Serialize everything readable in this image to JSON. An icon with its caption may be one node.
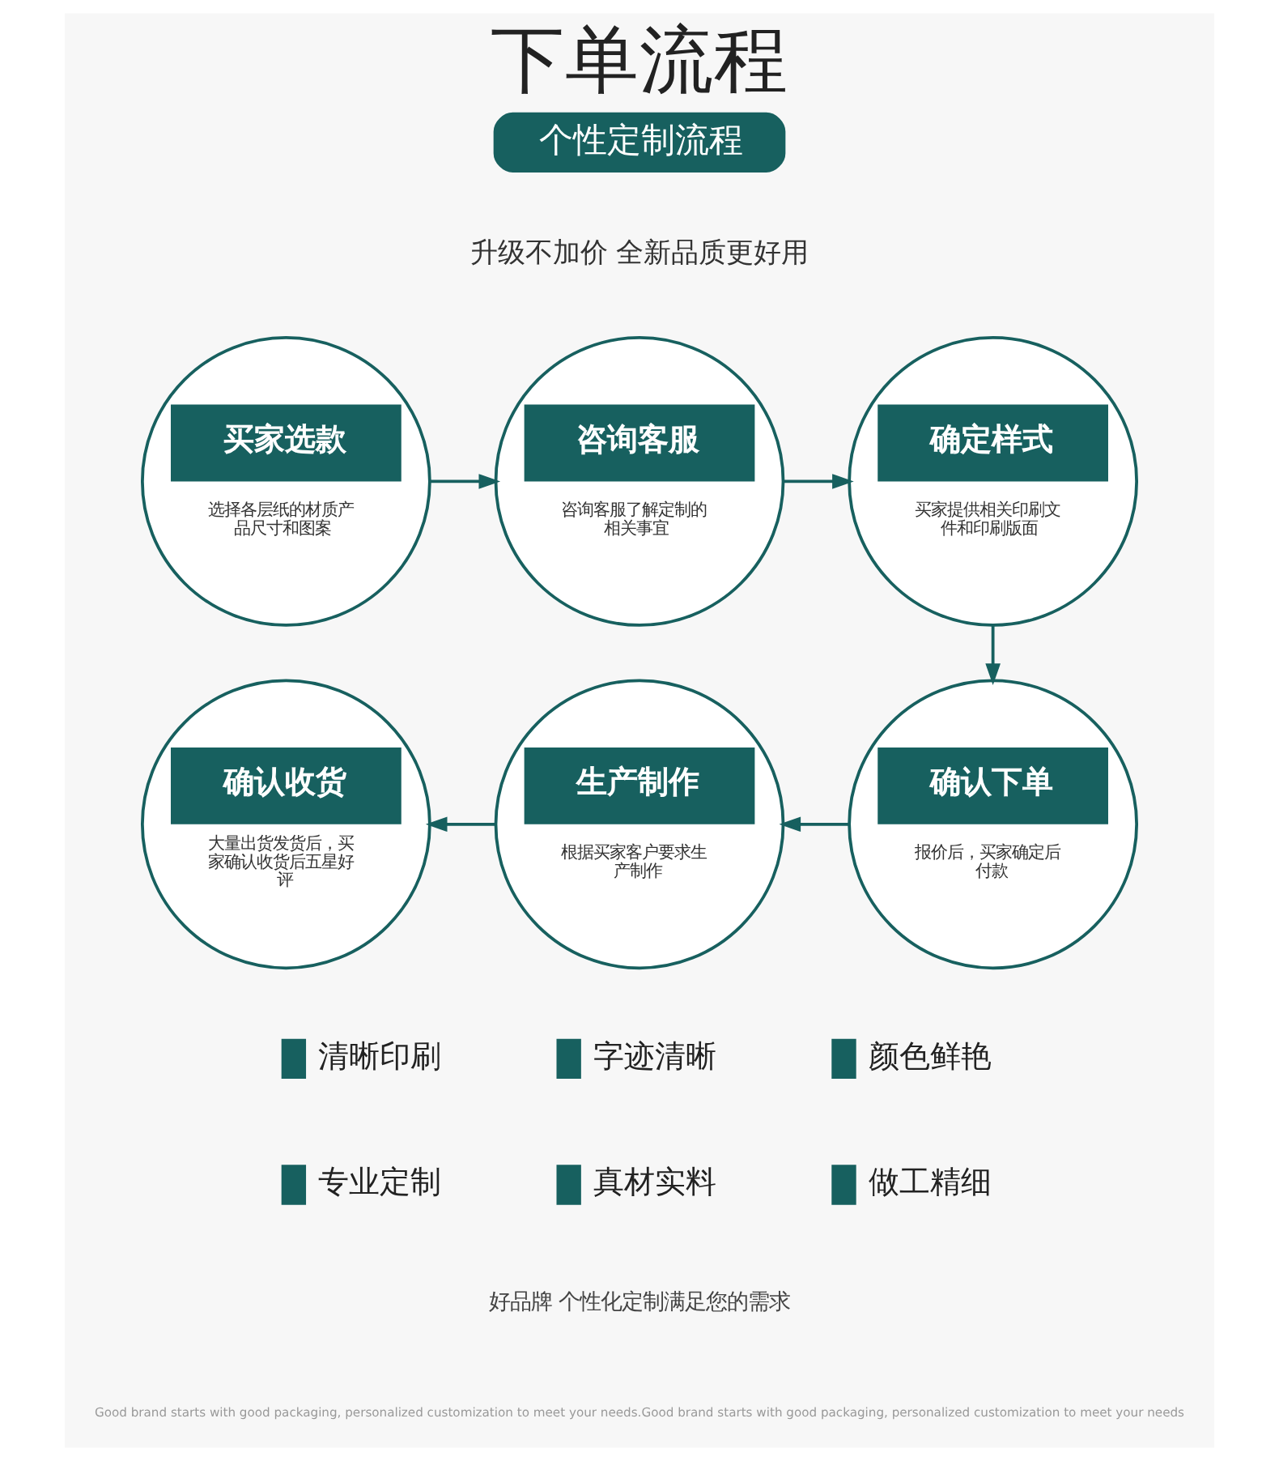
{
  "diagram": {
    "title": "下单流程",
    "nodes": [
      {
        "text": [
          "个性定制流程"
        ]
      },
      {
        "text": [
          "买家选款",
          "选择各层纸的材质产品尺寸和图案"
        ]
      },
      {
        "text": [
          "咨询客服",
          "咨询客服了解定制的相关事宜"
        ]
      },
      {
        "text": [
          "确定样式",
          "买家提供相关印刷文件和印刷版面"
        ]
      },
      {
        "text": [
          "确认下单",
          "报价后，买家确定后付款"
        ]
      },
      {
        "text": [
          "生产制作",
          "根据买家客户要求生产制作"
        ]
      },
      {
        "text": [
          "确认收货",
          "大量出货发货后，买家确认收货后五星好评"
        ]
      }
    ],
    "edges": [
      {
        "from": 1,
        "to": 2,
        "arrow": "to"
      },
      {
        "from": 2,
        "to": 3,
        "arrow": "to"
      },
      {
        "from": 3,
        "to": 4,
        "arrow": "to"
      },
      {
        "from": 4,
        "to": 5,
        "arrow": "to"
      },
      {
        "from": 5,
        "to": 6,
        "arrow": "to"
      }
    ],
    "labels": [
      "升级不加价 全新品质更好用",
      "清晰印刷",
      "字迹清晰",
      "颜色鲜艳",
      "专业定制",
      "真材实料",
      "做工精细",
      "好品牌 个性化定制满足您的需求",
      "Good brand starts with good packaging, personalized customization to meet your needs.Good brand starts with good packaging, personalized customization to meet your needs"
    ]
  }
}
